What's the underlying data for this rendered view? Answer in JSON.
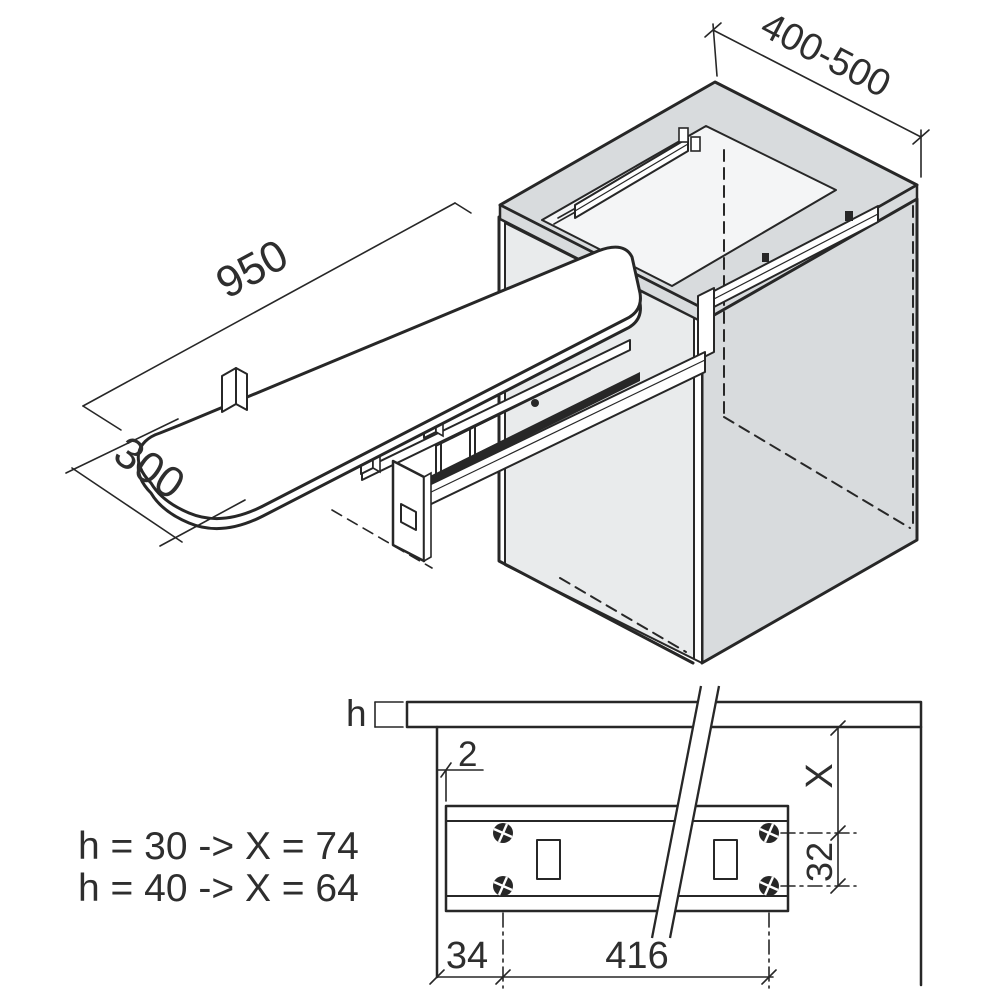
{
  "drawing": {
    "type": "technical-installation-diagram",
    "subject": "pull-out ironing board in cabinet",
    "colors": {
      "line": "#272727",
      "panel_fill": "#d8dbdd",
      "interior_fill": "#e9ebec",
      "countertop_fill": "#cfd3d6",
      "background": "#ffffff"
    }
  },
  "isometric": {
    "dims": {
      "cabinet_depth": "400-500",
      "board_length": "950",
      "board_width": "300"
    }
  },
  "detail": {
    "dims": {
      "counter_thickness": "h",
      "front_gap": "2",
      "top_distance": "X",
      "screw_vertical": "32",
      "front_offset": "34",
      "screw_pitch": "416"
    }
  },
  "notes": {
    "line1": "h = 30 -> X = 74",
    "line2": "h = 40 -> X = 64"
  }
}
